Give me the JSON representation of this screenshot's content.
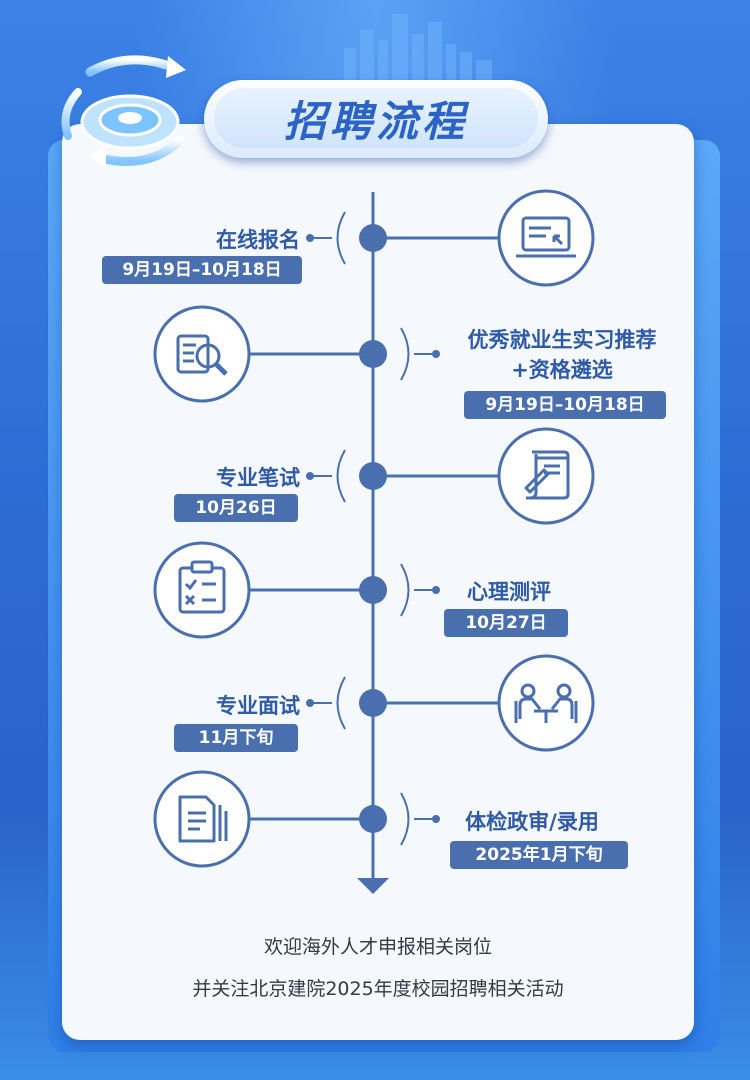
{
  "title": "招聘流程",
  "stages": [
    {
      "label": "在线报名",
      "date": "9月19日–10月18日",
      "icon": "laptop-icon"
    },
    {
      "label_line1": "优秀就业生实习推荐",
      "label_line2": "+资格遴选",
      "date": "9月19日–10月18日",
      "icon": "search-document-icon"
    },
    {
      "label": "专业笔试",
      "date": "10月26日",
      "icon": "writing-paper-icon"
    },
    {
      "label": "心理测评",
      "date": "10月27日",
      "icon": "checklist-clipboard-icon"
    },
    {
      "label": "专业面试",
      "date": "11月下旬",
      "icon": "interview-meeting-icon"
    },
    {
      "label": "体检政审/录用",
      "date": "2025年1月下旬",
      "icon": "document-icon"
    }
  ],
  "footer": {
    "line1": "欢迎海外人才申报相关岗位",
    "line2": "并关注北京建院2025年度校园招聘相关活动"
  },
  "colors": {
    "line": "#4a6fae",
    "accent": "#2f5aa8",
    "background": "#2f6fd6"
  }
}
